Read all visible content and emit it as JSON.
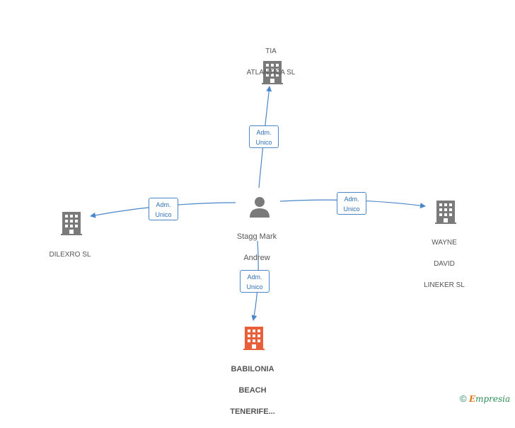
{
  "center_person": {
    "name_line1": "Stagg Mark",
    "name_line2": "Andrew"
  },
  "companies": {
    "tia": {
      "line1": "TIA",
      "line2": "ATLANTICA SL"
    },
    "dilexro": {
      "line1": "DILEXRO SL"
    },
    "wayne": {
      "line1": "WAYNE",
      "line2": "DAVID",
      "line3": "LINEKER SL"
    },
    "babilonia": {
      "line1": "BABILONIA",
      "line2": "BEACH",
      "line3": "TENERIFE..."
    }
  },
  "edges": {
    "tia": {
      "line1": "Adm.",
      "line2": "Unico"
    },
    "dilexro": {
      "line1": "Adm.",
      "line2": "Unico"
    },
    "wayne": {
      "line1": "Adm.",
      "line2": "Unico"
    },
    "babilonia": {
      "line1": "Adm.",
      "line2": "Unico"
    }
  },
  "footer": {
    "copyright": "©",
    "brand_first": "E",
    "brand_rest": "mpresia"
  },
  "colors": {
    "edge": "#4a86c8",
    "building": "#7a7a7a",
    "main_building": "#e8603a",
    "person": "#7a7a7a"
  }
}
